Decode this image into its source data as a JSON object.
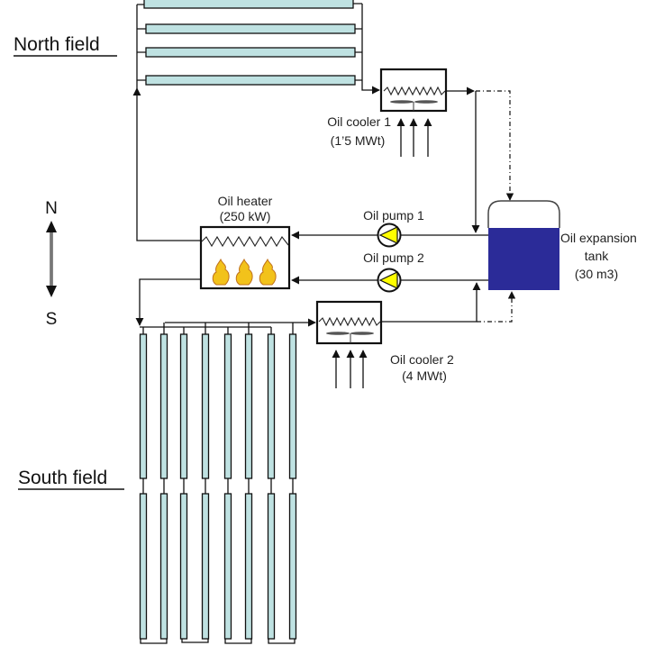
{
  "fields": {
    "north": {
      "label": "North field",
      "collector_rows": 4
    },
    "south": {
      "label": "South field",
      "collector_columns": 8,
      "sections_per_column": 2
    }
  },
  "compass": {
    "north": "N",
    "south": "S"
  },
  "components": {
    "oil_cooler_1": {
      "name": "Oil cooler 1",
      "rating": "(1’5 MWt)"
    },
    "oil_cooler_2": {
      "name": "Oil cooler 2",
      "rating": "(4 MWt)"
    },
    "oil_heater": {
      "name": "Oil heater",
      "rating": "(250 kW)"
    },
    "oil_pump_1": {
      "name": "Oil pump 1"
    },
    "oil_pump_2": {
      "name": "Oil pump 2"
    },
    "expansion_tank": {
      "name_line1": "Oil expansion",
      "name_line2": "tank",
      "capacity": "(30 m3)"
    }
  },
  "colors": {
    "collector_fill": "#bfe2e2",
    "tank_oil": "#2b2b98",
    "pump_fill": "#ffff00",
    "flame": "#f2c21b"
  }
}
